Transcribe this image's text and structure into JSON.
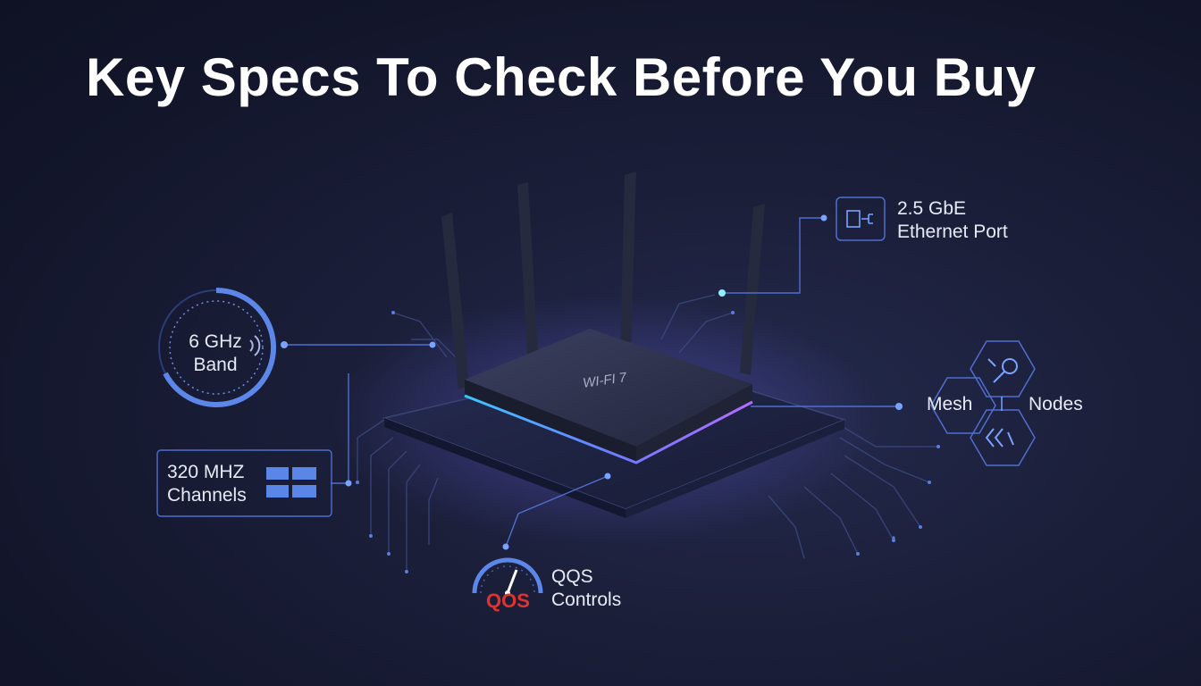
{
  "title": "Key Specs To Check Before You Buy",
  "router": {
    "badge": "WI-FI 7"
  },
  "specs": {
    "band": {
      "line1": "6 GHz",
      "line2": "Band",
      "icon": "wifi-signal-icon"
    },
    "channels": {
      "line1": "320 MHZ",
      "line2": "Channels",
      "icon": "channel-grid-icon"
    },
    "ethernet": {
      "line1": "2.5 GbE",
      "line2": "Ethernet Port",
      "icon": "ethernet-port-icon"
    },
    "mesh": {
      "left": "Mesh",
      "right": "Nodes",
      "icon": "mesh-network-icon"
    },
    "qos": {
      "badge": "QOS",
      "line1": "QQS",
      "line2": "Controls",
      "icon": "speedometer-icon"
    }
  },
  "colors": {
    "background": "#161a31",
    "accent": "#4f7fe0",
    "accent_bright": "#7aa2ff",
    "qos_red": "#e0332f",
    "router_glow": "#8a6bff"
  }
}
